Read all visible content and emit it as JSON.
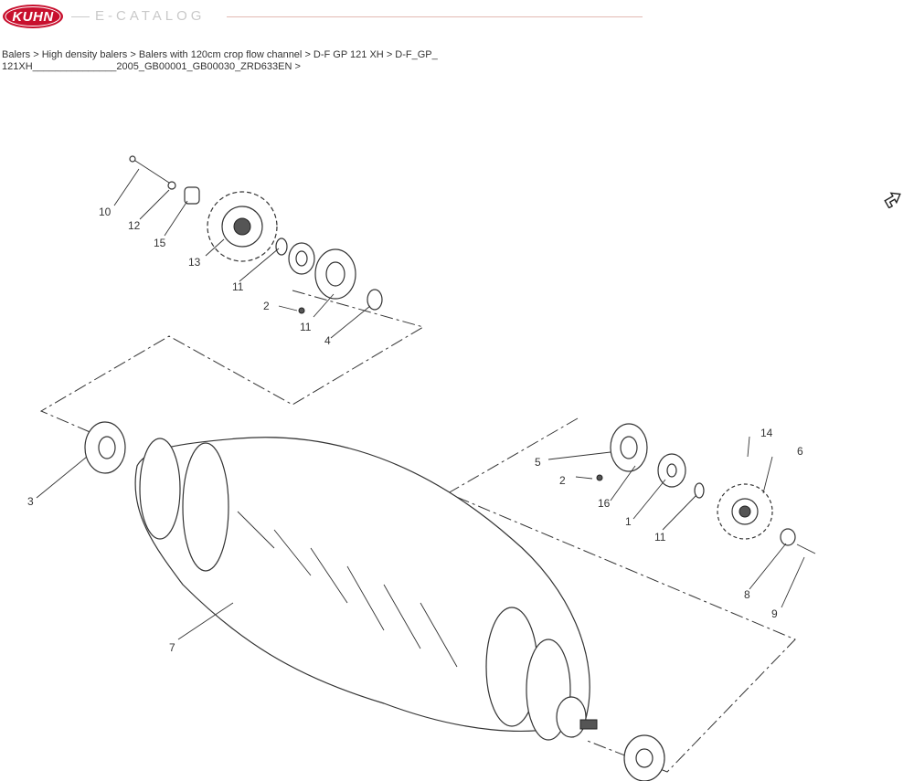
{
  "header": {
    "logo_text": "KUHN",
    "catalog_title": "E-CATALOG",
    "brand_color": "#c8102e"
  },
  "breadcrumb": {
    "items": [
      "Balers",
      "High density balers",
      "Balers with 120cm crop flow channel",
      "D-F GP 121 XH",
      "D-F_GP_121XH_______________2005_GB00001_GB00030_ZRD633EN"
    ],
    "separator": ">"
  },
  "diagram": {
    "callouts": [
      "10",
      "12",
      "15",
      "13",
      "11",
      "2",
      "11",
      "4",
      "3",
      "7",
      "5",
      "2",
      "16",
      "1",
      "11",
      "14",
      "6",
      "8",
      "9"
    ]
  },
  "toolbar": {
    "export_icon": "export-arrow-icon"
  }
}
